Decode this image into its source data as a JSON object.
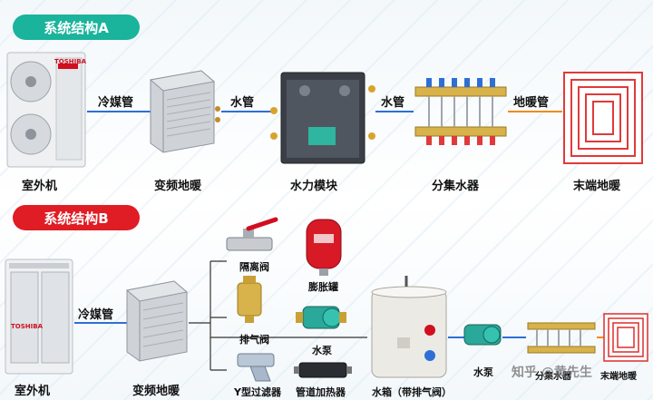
{
  "system_a": {
    "title": "系统结构A",
    "nodes": {
      "outdoor": "室外机",
      "inverter": "变频地暖",
      "hydro_module": "水力模块",
      "manifold": "分集水器",
      "floor_heating": "末端地暖"
    },
    "pipes": {
      "refrigerant": "冷媒管",
      "water1": "水管",
      "water2": "水管",
      "floor_pipe": "地暖管"
    },
    "brand": "TOSHIBA"
  },
  "system_b": {
    "title": "系统结构B",
    "nodes": {
      "outdoor": "室外机",
      "inverter": "变频地暖",
      "isolation_valve": "隔离阀",
      "exhaust_valve": "排气阀",
      "y_filter": "Y型过滤器",
      "expansion_tank": "膨胀罐",
      "water_pump": "水泵",
      "pipe_heater": "管道加热器",
      "water_tank": "水箱（带排气阀）",
      "pump2": "水泵",
      "manifold": "分集水器",
      "floor_heating": "末端地暖"
    },
    "pipes": {
      "refrigerant": "冷媒管"
    },
    "brand": "TOSHIBA"
  },
  "watermark": "知乎 @黄先生",
  "colors": {
    "teal": "#1ab39b",
    "red": "#e01c24",
    "pipe_blue": "#2d6fd6",
    "pipe_orange": "#f08a1c",
    "floor_red": "#e03a3a"
  }
}
